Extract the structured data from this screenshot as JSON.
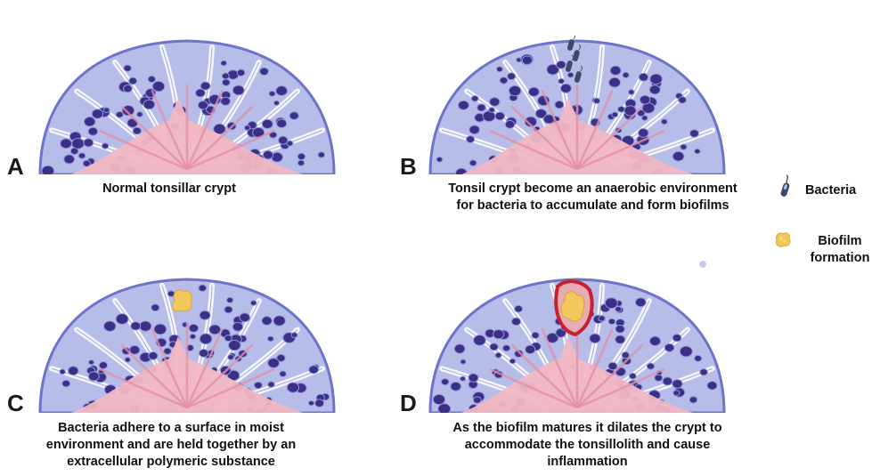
{
  "panels": [
    {
      "id": "A",
      "letter": "A",
      "caption": "Normal tonsillar crypt"
    },
    {
      "id": "B",
      "letter": "B",
      "caption": "Tonsil crypt become an anaerobic environment for bacteria to accumulate and form biofilms"
    },
    {
      "id": "C",
      "letter": "C",
      "caption": "Bacteria adhere to a surface in moist environment and are held together by an extracellular polymeric substance"
    },
    {
      "id": "D",
      "letter": "D",
      "caption": "As the biofilm matures it dilates the crypt to accommodate the tonsillolith and cause inflammation"
    }
  ],
  "legend": {
    "bacteria_label": "Bacteria",
    "biofilm_label": "Biofilm formation"
  },
  "colors": {
    "tissue_fill": "#b6bde8",
    "tissue_edge": "#6d74c9",
    "nucleus": "#3c2f86",
    "crypt_pink": "#f2b7c3",
    "crypt_line": "#e58fa6",
    "biofilm": "#f2c75c",
    "inflammation": "#c8202e"
  },
  "icons": [
    "bacteria-icon",
    "biofilm-icon"
  ]
}
